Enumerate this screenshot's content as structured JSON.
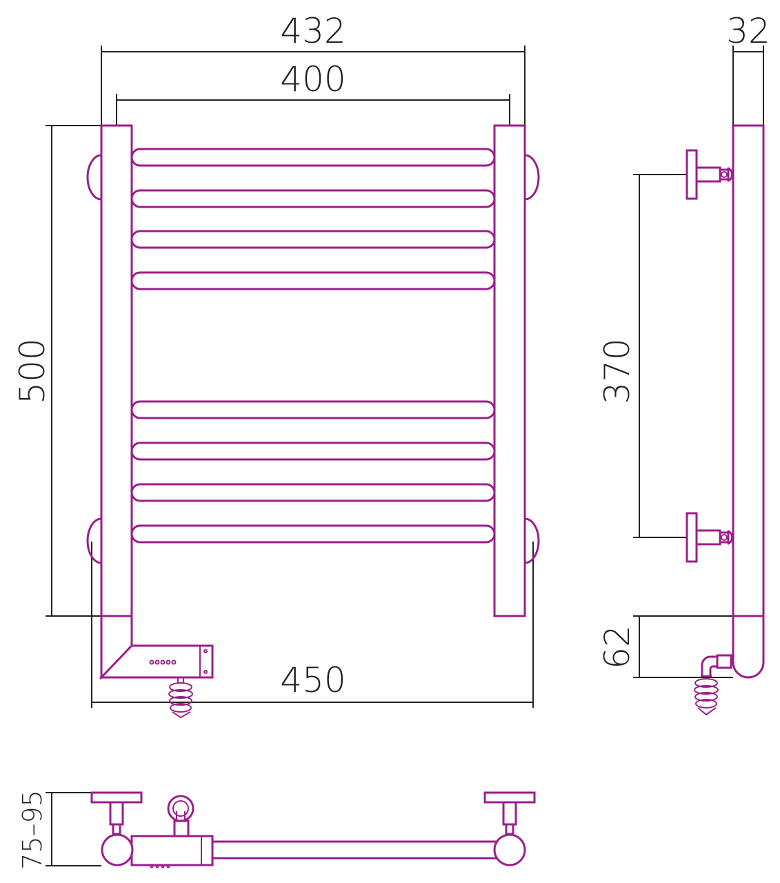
{
  "dimensions": {
    "overall_width": "432",
    "center_distance": "400",
    "height": "500",
    "depth": "32",
    "mount_spacing": "370",
    "bottom_offset": "62",
    "total_width": "450",
    "wall_gap": "75–95"
  },
  "colors": {
    "product_outline": "#9b1e8a",
    "dimension_lines": "#222222"
  }
}
